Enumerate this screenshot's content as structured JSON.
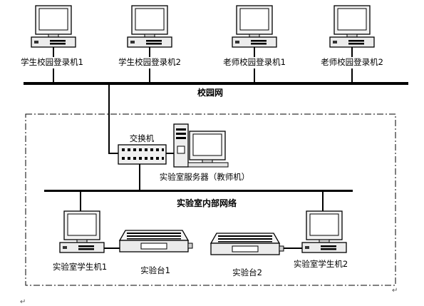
{
  "campus_machines": [
    {
      "label": "学生校园登录机1"
    },
    {
      "label": "学生校园登录机2"
    },
    {
      "label": "老师校园登录机1"
    },
    {
      "label": "老师校园登录机2"
    }
  ],
  "campus_network": {
    "label": "校园网"
  },
  "switch": {
    "label": "交换机"
  },
  "lab_server": {
    "label": "实验室服务器（教师机）"
  },
  "lab_network": {
    "label": "实验室内部网络"
  },
  "lab_students": [
    {
      "label": "实验室学生机1"
    },
    {
      "label": "实验室学生机2"
    }
  ],
  "lab_benches": [
    {
      "label": "实验台1"
    },
    {
      "label": "实验台2"
    }
  ],
  "return_marks": [
    "↵",
    "↵"
  ]
}
